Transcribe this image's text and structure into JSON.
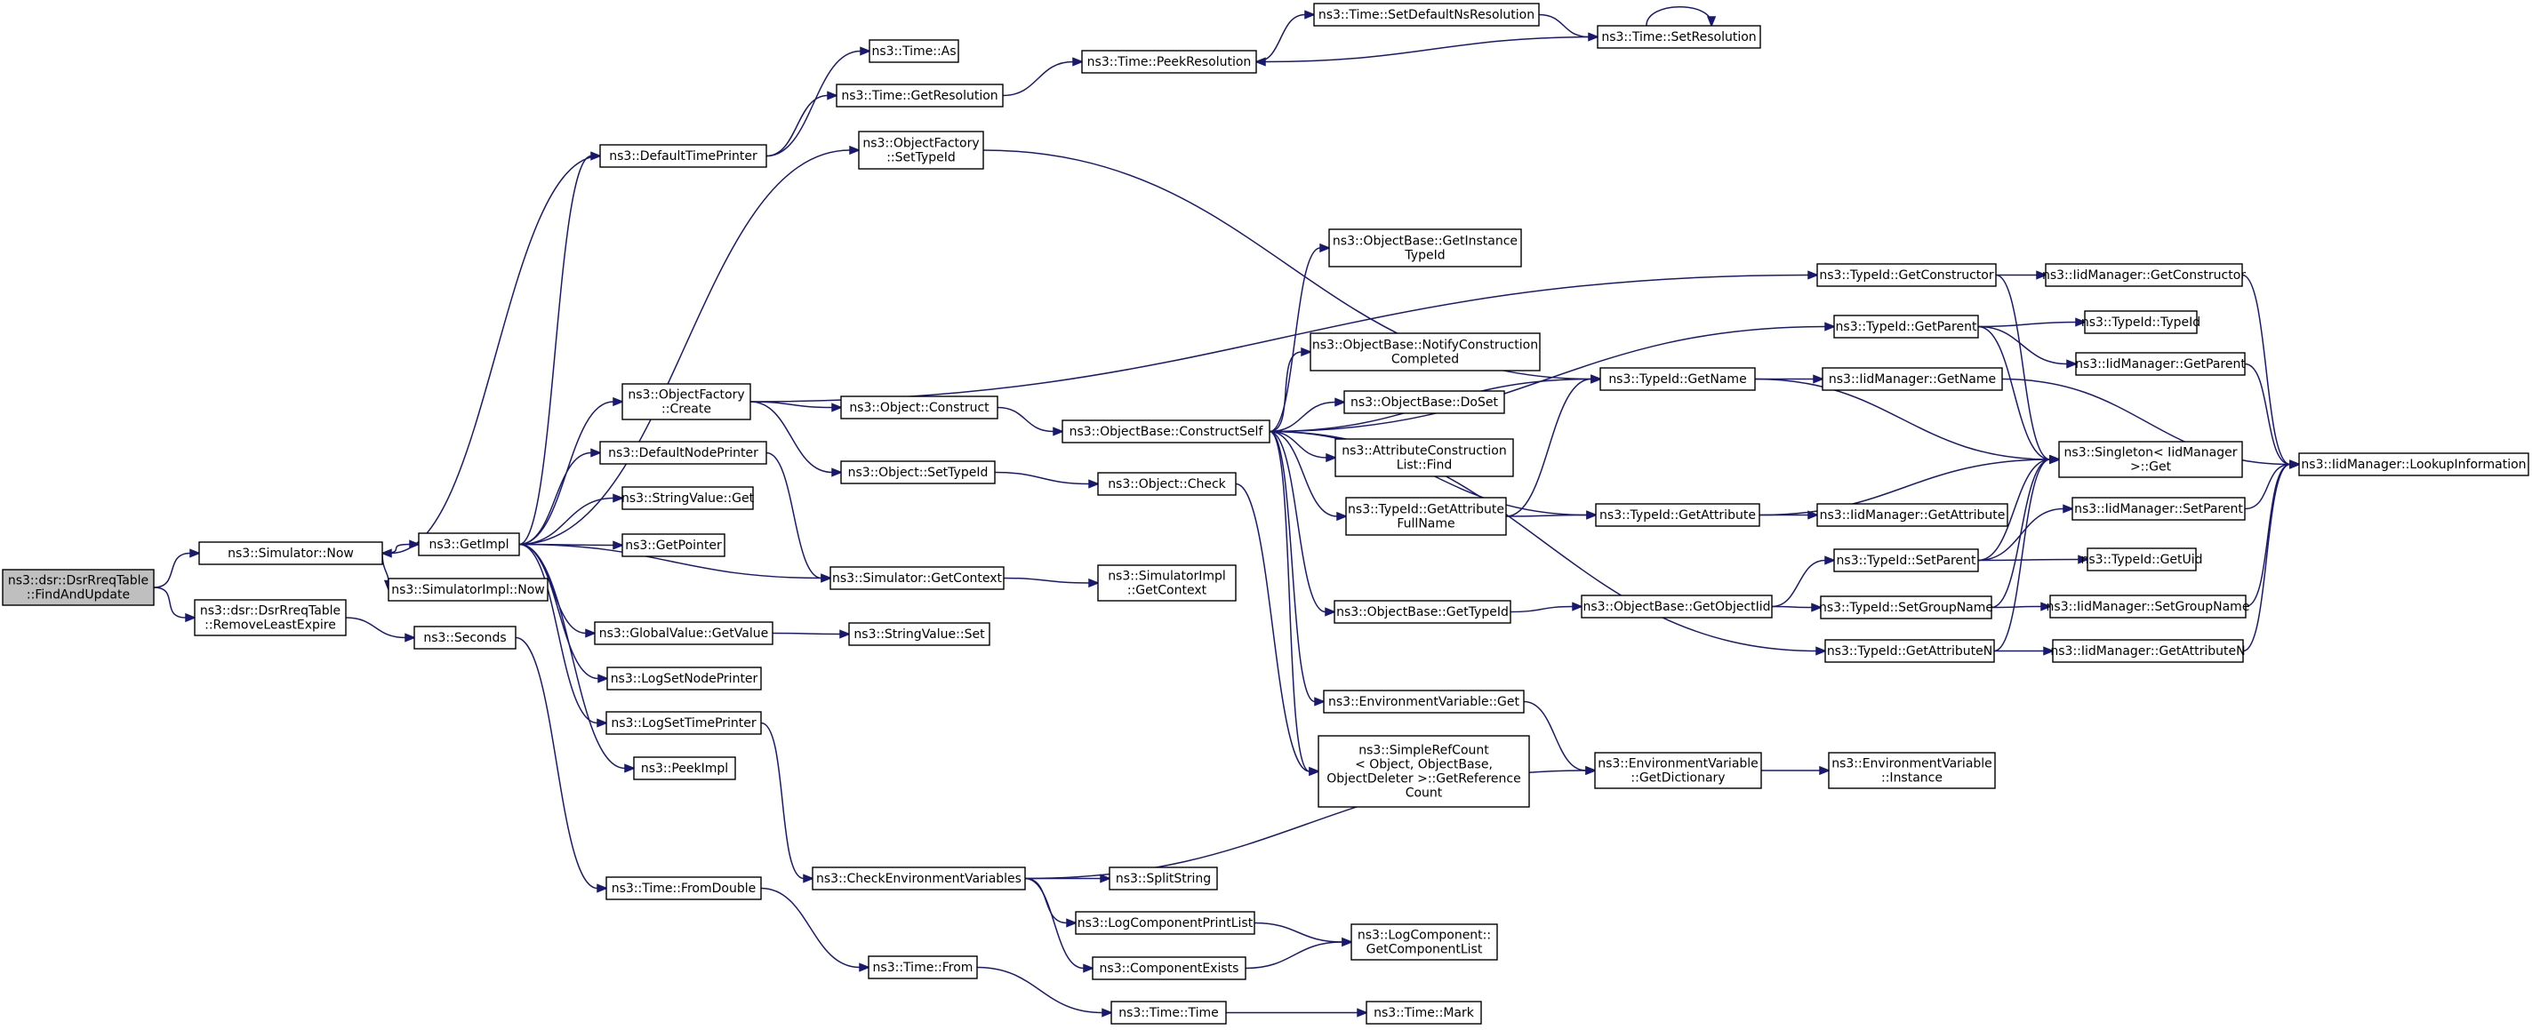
{
  "graph": {
    "title": "",
    "nodes": [
      {
        "id": "n0",
        "lines": [
          "ns3::dsr::DsrRreqTable",
          "::FindAndUpdate"
        ]
      },
      {
        "id": "n1",
        "lines": [
          "ns3::Simulator::Now"
        ]
      },
      {
        "id": "n2",
        "lines": [
          "ns3::dsr::DsrRreqTable",
          "::RemoveLeastExpire"
        ]
      },
      {
        "id": "n3",
        "lines": [
          "ns3::GetImpl"
        ]
      },
      {
        "id": "n4",
        "lines": [
          "ns3::SimulatorImpl::Now"
        ]
      },
      {
        "id": "n5",
        "lines": [
          "ns3::DefaultTimePrinter"
        ]
      },
      {
        "id": "n6",
        "lines": [
          "ns3::ObjectFactory",
          "::Create"
        ]
      },
      {
        "id": "n7",
        "lines": [
          "ns3::DefaultNodePrinter"
        ]
      },
      {
        "id": "n8",
        "lines": [
          "ns3::StringValue::Get"
        ]
      },
      {
        "id": "n9",
        "lines": [
          "ns3::GetPointer"
        ]
      },
      {
        "id": "n10",
        "lines": [
          "ns3::GlobalValue::GetValue"
        ]
      },
      {
        "id": "n11",
        "lines": [
          "ns3::LogSetNodePrinter"
        ]
      },
      {
        "id": "n12",
        "lines": [
          "ns3::LogSetTimePrinter"
        ]
      },
      {
        "id": "n13",
        "lines": [
          "ns3::PeekImpl"
        ]
      },
      {
        "id": "n14",
        "lines": [
          "ns3::Seconds"
        ]
      },
      {
        "id": "n15",
        "lines": [
          "ns3::Time::FromDouble"
        ]
      },
      {
        "id": "n16",
        "lines": [
          "ns3::Time::As"
        ]
      },
      {
        "id": "n17",
        "lines": [
          "ns3::Time::GetResolution"
        ]
      },
      {
        "id": "n18",
        "lines": [
          "ns3::ObjectFactory",
          "::SetTypeId"
        ]
      },
      {
        "id": "n19",
        "lines": [
          "ns3::Object::Construct"
        ]
      },
      {
        "id": "n20",
        "lines": [
          "ns3::Object::SetTypeId"
        ]
      },
      {
        "id": "n21",
        "lines": [
          "ns3::Simulator::GetContext"
        ]
      },
      {
        "id": "n22",
        "lines": [
          "ns3::StringValue::Set"
        ]
      },
      {
        "id": "n23",
        "lines": [
          "ns3::CheckEnvironmentVariables"
        ]
      },
      {
        "id": "n24",
        "lines": [
          "ns3::Time::From"
        ]
      },
      {
        "id": "n25",
        "lines": [
          "ns3::Time::PeekResolution"
        ]
      },
      {
        "id": "n26",
        "lines": [
          "ns3::Time::SetDefaultNsResolution"
        ]
      },
      {
        "id": "n27",
        "lines": [
          "ns3::Time::SetResolution"
        ]
      },
      {
        "id": "n28",
        "lines": [
          "ns3::ObjectBase::ConstructSelf"
        ]
      },
      {
        "id": "n29",
        "lines": [
          "ns3::Object::Check"
        ]
      },
      {
        "id": "n30",
        "lines": [
          "ns3::SimulatorImpl",
          "::GetContext"
        ]
      },
      {
        "id": "n31",
        "lines": [
          "ns3::SplitString"
        ]
      },
      {
        "id": "n32",
        "lines": [
          "ns3::LogComponentPrintList"
        ]
      },
      {
        "id": "n33",
        "lines": [
          "ns3::ComponentExists"
        ]
      },
      {
        "id": "n34",
        "lines": [
          "ns3::Time::Time"
        ]
      },
      {
        "id": "n35",
        "lines": [
          "ns3::ObjectBase::GetInstance",
          "TypeId"
        ]
      },
      {
        "id": "n36",
        "lines": [
          "ns3::ObjectBase::NotifyConstruction",
          "Completed"
        ]
      },
      {
        "id": "n37",
        "lines": [
          "ns3::ObjectBase::DoSet"
        ]
      },
      {
        "id": "n38",
        "lines": [
          "ns3::AttributeConstruction",
          "List::Find"
        ]
      },
      {
        "id": "n39",
        "lines": [
          "ns3::TypeId::GetAttribute",
          "FullName"
        ]
      },
      {
        "id": "n40",
        "lines": [
          "ns3::ObjectBase::GetTypeId"
        ]
      },
      {
        "id": "n41",
        "lines": [
          "ns3::EnvironmentVariable::Get"
        ]
      },
      {
        "id": "n42",
        "lines": [
          "ns3::SimpleRefCount",
          "< Object, ObjectBase,",
          "ObjectDeleter >::GetReference",
          "Count"
        ]
      },
      {
        "id": "n43",
        "lines": [
          "ns3::LogComponent::",
          "GetComponentList"
        ]
      },
      {
        "id": "n44",
        "lines": [
          "ns3::Time::Mark"
        ]
      },
      {
        "id": "n45",
        "lines": [
          "ns3::TypeId::GetName"
        ]
      },
      {
        "id": "n46",
        "lines": [
          "ns3::TypeId::GetAttribute"
        ]
      },
      {
        "id": "n47",
        "lines": [
          "ns3::ObjectBase::GetObjectIid"
        ]
      },
      {
        "id": "n48",
        "lines": [
          "ns3::EnvironmentVariable",
          "::GetDictionary"
        ]
      },
      {
        "id": "n49",
        "lines": [
          "ns3::TypeId::GetConstructor"
        ]
      },
      {
        "id": "n50",
        "lines": [
          "ns3::TypeId::GetParent"
        ]
      },
      {
        "id": "n51",
        "lines": [
          "ns3::IidManager::GetName"
        ]
      },
      {
        "id": "n52",
        "lines": [
          "ns3::IidManager::GetAttribute"
        ]
      },
      {
        "id": "n53",
        "lines": [
          "ns3::TypeId::SetParent"
        ]
      },
      {
        "id": "n54",
        "lines": [
          "ns3::TypeId::SetGroupName"
        ]
      },
      {
        "id": "n55",
        "lines": [
          "ns3::TypeId::GetAttributeN"
        ]
      },
      {
        "id": "n56",
        "lines": [
          "ns3::EnvironmentVariable",
          "::Instance"
        ]
      },
      {
        "id": "n57",
        "lines": [
          "ns3::IidManager::GetConstructor"
        ]
      },
      {
        "id": "n58",
        "lines": [
          "ns3::TypeId::TypeId"
        ]
      },
      {
        "id": "n59",
        "lines": [
          "ns3::IidManager::GetParent"
        ]
      },
      {
        "id": "n60",
        "lines": [
          "ns3::Singleton< IidManager",
          " >::Get"
        ]
      },
      {
        "id": "n61",
        "lines": [
          "ns3::IidManager::SetParent"
        ]
      },
      {
        "id": "n62",
        "lines": [
          "ns3::TypeId::GetUid"
        ]
      },
      {
        "id": "n63",
        "lines": [
          "ns3::IidManager::SetGroupName"
        ]
      },
      {
        "id": "n64",
        "lines": [
          "ns3::IidManager::GetAttributeN"
        ]
      },
      {
        "id": "n65",
        "lines": [
          "ns3::IidManager::LookupInformation"
        ]
      }
    ],
    "edges": [
      [
        "n0",
        "n1"
      ],
      [
        "n0",
        "n2"
      ],
      [
        "n1",
        "n3"
      ],
      [
        "n1",
        "n4"
      ],
      [
        "n2",
        "n14"
      ],
      [
        "n3",
        "n5"
      ],
      [
        "n3",
        "n6"
      ],
      [
        "n3",
        "n7"
      ],
      [
        "n3",
        "n8"
      ],
      [
        "n3",
        "n9"
      ],
      [
        "n3",
        "n10"
      ],
      [
        "n3",
        "n11"
      ],
      [
        "n3",
        "n12"
      ],
      [
        "n3",
        "n13"
      ],
      [
        "n3",
        "n21"
      ],
      [
        "n3",
        "n18"
      ],
      [
        "n5",
        "n1"
      ],
      [
        "n5",
        "n16"
      ],
      [
        "n5",
        "n17"
      ],
      [
        "n6",
        "n19"
      ],
      [
        "n6",
        "n20"
      ],
      [
        "n6",
        "n49"
      ],
      [
        "n7",
        "n21"
      ],
      [
        "n10",
        "n22"
      ],
      [
        "n12",
        "n23"
      ],
      [
        "n14",
        "n15"
      ],
      [
        "n15",
        "n24"
      ],
      [
        "n17",
        "n25"
      ],
      [
        "n18",
        "n45"
      ],
      [
        "n19",
        "n28"
      ],
      [
        "n20",
        "n29"
      ],
      [
        "n21",
        "n30"
      ],
      [
        "n23",
        "n31"
      ],
      [
        "n23",
        "n32"
      ],
      [
        "n23",
        "n33"
      ],
      [
        "n23",
        "n48"
      ],
      [
        "n24",
        "n34"
      ],
      [
        "n25",
        "n26"
      ],
      [
        "n26",
        "n27"
      ],
      [
        "n27",
        "n27"
      ],
      [
        "n27",
        "n25"
      ],
      [
        "n28",
        "n35"
      ],
      [
        "n28",
        "n36"
      ],
      [
        "n28",
        "n37"
      ],
      [
        "n28",
        "n38"
      ],
      [
        "n28",
        "n39"
      ],
      [
        "n28",
        "n40"
      ],
      [
        "n28",
        "n41"
      ],
      [
        "n28",
        "n42"
      ],
      [
        "n28",
        "n45"
      ],
      [
        "n28",
        "n46"
      ],
      [
        "n28",
        "n50"
      ],
      [
        "n28",
        "n55"
      ],
      [
        "n29",
        "n42"
      ],
      [
        "n32",
        "n43"
      ],
      [
        "n33",
        "n43"
      ],
      [
        "n34",
        "n44"
      ],
      [
        "n39",
        "n45"
      ],
      [
        "n39",
        "n46"
      ],
      [
        "n40",
        "n47"
      ],
      [
        "n41",
        "n48"
      ],
      [
        "n48",
        "n56"
      ],
      [
        "n45",
        "n51"
      ],
      [
        "n45",
        "n60"
      ],
      [
        "n46",
        "n52"
      ],
      [
        "n46",
        "n60"
      ],
      [
        "n47",
        "n53"
      ],
      [
        "n47",
        "n54"
      ],
      [
        "n49",
        "n57"
      ],
      [
        "n49",
        "n60"
      ],
      [
        "n50",
        "n58"
      ],
      [
        "n50",
        "n59"
      ],
      [
        "n50",
        "n60"
      ],
      [
        "n51",
        "n65"
      ],
      [
        "n53",
        "n61"
      ],
      [
        "n53",
        "n62"
      ],
      [
        "n53",
        "n60"
      ],
      [
        "n54",
        "n63"
      ],
      [
        "n54",
        "n60"
      ],
      [
        "n55",
        "n64"
      ],
      [
        "n55",
        "n60"
      ],
      [
        "n57",
        "n65"
      ],
      [
        "n59",
        "n65"
      ],
      [
        "n61",
        "n65"
      ],
      [
        "n63",
        "n65"
      ],
      [
        "n64",
        "n65"
      ]
    ]
  }
}
